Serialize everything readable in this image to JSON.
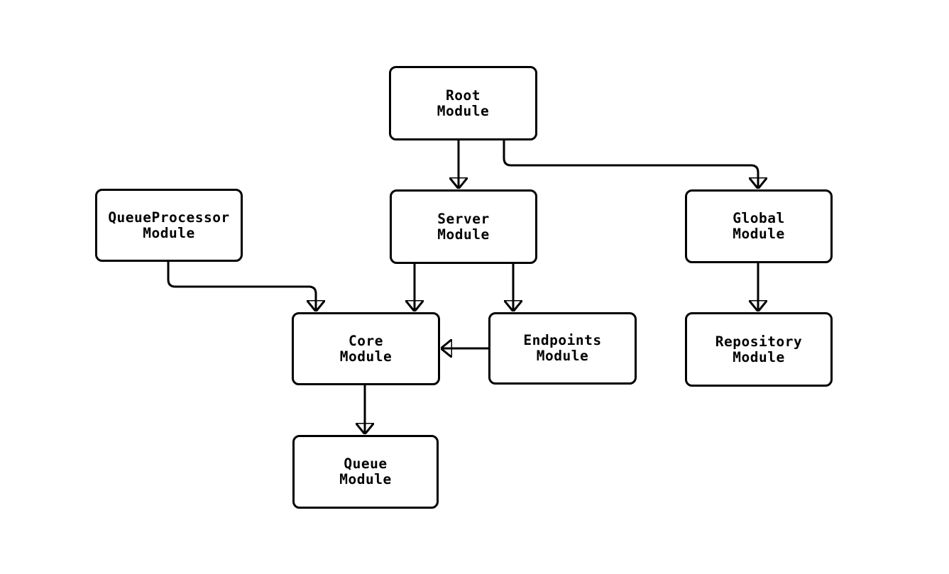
{
  "diagram": {
    "type": "module-dependency-flowchart",
    "colors": {
      "background": "#ffffff",
      "node_fill": "#ffffff",
      "node_border": "#000000",
      "edge_stroke": "#000000",
      "label_text": "#000000"
    },
    "nodes": {
      "root": {
        "label": "Root\nModule"
      },
      "server": {
        "label": "Server\nModule"
      },
      "queueprocessor": {
        "label": "QueueProcessor\nModule"
      },
      "global": {
        "label": "Global\nModule"
      },
      "core": {
        "label": "Core\nModule"
      },
      "endpoints": {
        "label": "Endpoints\nModule"
      },
      "repository": {
        "label": "Repository\nModule"
      },
      "queue": {
        "label": "Queue\nModule"
      }
    },
    "edges": [
      {
        "from": "Root Module",
        "to": "Server Module"
      },
      {
        "from": "Root Module",
        "to": "Global Module"
      },
      {
        "from": "QueueProcessor Module",
        "to": "Core Module"
      },
      {
        "from": "Server Module",
        "to": "Core Module"
      },
      {
        "from": "Server Module",
        "to": "Endpoints Module"
      },
      {
        "from": "Endpoints Module",
        "to": "Core Module"
      },
      {
        "from": "Global Module",
        "to": "Repository Module"
      },
      {
        "from": "Core Module",
        "to": "Queue Module"
      }
    ]
  }
}
